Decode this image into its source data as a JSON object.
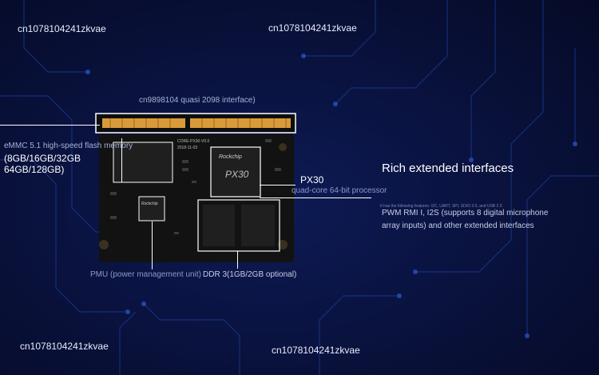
{
  "watermarks": [
    "cn1078104241zkvae",
    "cn1078104241zkvae",
    "cn1078104241zkvae",
    "cn1078104241zkvae",
    "cn1078104241zkvae",
    "cn1078104241zkvae"
  ],
  "labels": {
    "quasi_interface": "cn9898104 quasi 2098 interface)",
    "emmc_title": "eMMC 5.1 high-speed flash memory",
    "emmc_line1": "(8GB/16GB/32GB",
    "emmc_line2": "64GB/128GB)",
    "px30": "PX30",
    "px30_sub": "quad-core 64-bit processor",
    "pmu": "PMU (power management unit)",
    "ddr": "DDR 3(1GB/2GB optional)",
    "rich_title": "Rich extended interfaces",
    "rich_tiny": "It has the following features: I2C, UART, SPI, SDIO 3.0, and USB 2.0",
    "rich_desc": "PWM RMI I, I2S (supports 8 digital microphone array inputs) and other extended interfaces"
  },
  "board": {
    "model_text": "CORE-PX30-V0.0",
    "date_text": "2018-11-03",
    "soc_brand": "Rockchip",
    "soc_model": "PX30",
    "pmu_brand": "Rockchip"
  },
  "colors": {
    "pcb": "#121212",
    "connector": "#d99a3a",
    "chip": "#1f1f1f"
  }
}
